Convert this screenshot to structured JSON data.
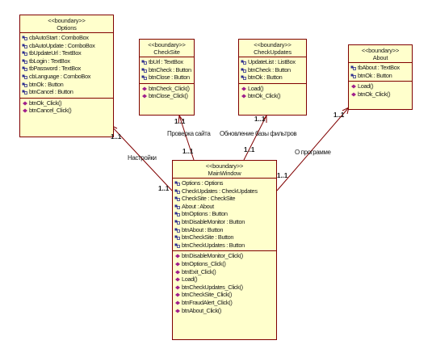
{
  "stereotype": "<<boundary>>",
  "classes": {
    "options": {
      "name": "Options",
      "attributes": [
        "cbAutoStart : ComboBox",
        "cbAutoUpdate : ComboBox",
        "tbUpdateUrl : TextBox",
        "tbLogin : TextBox",
        "tbPassword : TextBox",
        "cbLanguage : ComboBox",
        "btnOk : Button",
        "btnCancel : Button"
      ],
      "operations": [
        "btnOk_Click()",
        "btnCancel_Click()"
      ]
    },
    "checksite": {
      "name": "CheckSite",
      "attributes": [
        "tbUrl : TextBox",
        "btnCheck : Button",
        "btnClose : Button"
      ],
      "operations": [
        "btnCheck_Click()",
        "btnClose_Click()"
      ]
    },
    "checkupdates": {
      "name": "CheckUpdates",
      "attributes": [
        "UpdateList : ListBox",
        "btnCheck : Button",
        "btnOk : Button"
      ],
      "operations": [
        "Load()",
        "btnOk_Click()"
      ]
    },
    "about": {
      "name": "About",
      "attributes": [
        "tbAbout : TextBox",
        "btnOk : Button"
      ],
      "operations": [
        "Load()",
        "btnOk_Click()"
      ]
    },
    "mainwindow": {
      "name": "MainWindow",
      "attributes": [
        "Options : Options",
        "CheckUpdates : CheckUpdates",
        "CheckSite : CheckSite",
        "About : About",
        "btnOptions : Button",
        "btnDisableMonitor : Button",
        "btnAbout : Button",
        "btnCheckSite : Button",
        "btnCheckUpdates : Button"
      ],
      "operations": [
        "btnDisableMonitor_Click()",
        "btnOptions_Click()",
        "btnExit_Click()",
        "Load()",
        "btnCheckUpdates_Click()",
        "btnCheckSite_Click()",
        "btnFraudAlert_Click()",
        "btnAbout_Click()"
      ]
    }
  },
  "associations": {
    "options": {
      "label": "Настройки",
      "mult_far": "1..1",
      "mult_near": "1..1"
    },
    "checksite": {
      "label": "Проверка сайта",
      "mult_far": "1..1",
      "mult_near": "1..1"
    },
    "checkupdates": {
      "label": "Обновление базы фильтров",
      "mult_far": "1..1",
      "mult_near": "1..1"
    },
    "about": {
      "label": "О программе",
      "mult_far": "1..1",
      "mult_near": "1..1"
    }
  },
  "colors": {
    "border": "#800000",
    "fill": "#ffffcc",
    "attr_icon": "#2e2e8f",
    "op_icon": "#a0208c"
  }
}
